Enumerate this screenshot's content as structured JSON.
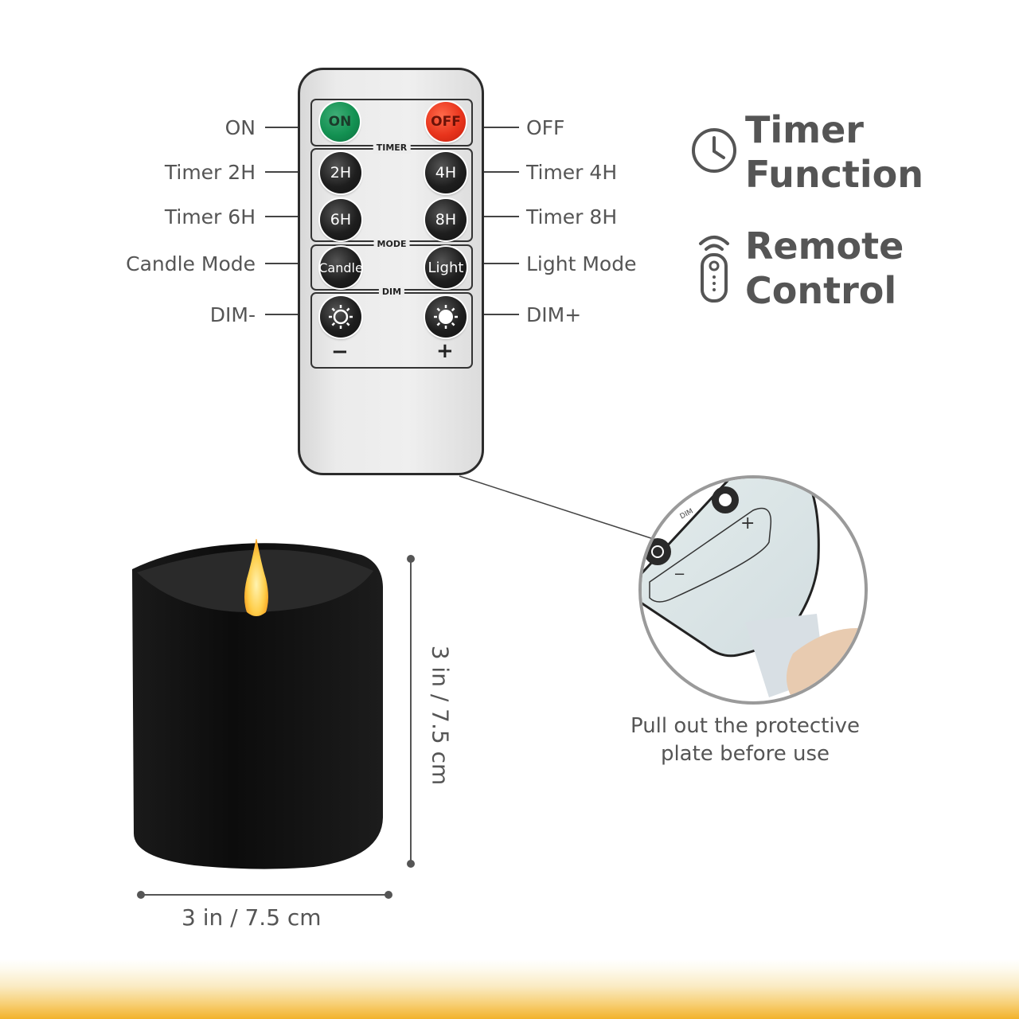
{
  "remote": {
    "groups": {
      "timer": "TIMER",
      "mode": "MODE",
      "dim": "DIM"
    },
    "buttons": {
      "on": "ON",
      "off": "OFF",
      "timer_2h": "2H",
      "timer_4h": "4H",
      "timer_6h": "6H",
      "timer_8h": "8H",
      "candle": "Candle",
      "light": "Light",
      "dim_minus_sign": "−",
      "dim_plus_sign": "+"
    },
    "colors": {
      "on": "#139152",
      "off": "#e8341c",
      "button": "#1e1e1e"
    }
  },
  "callouts": {
    "left": [
      "ON",
      "Timer 2H",
      "Timer 6H",
      "Candle Mode",
      "DIM-"
    ],
    "right": [
      "OFF",
      "Timer 4H",
      "Timer 8H",
      "Light Mode",
      "DIM+"
    ]
  },
  "features": [
    {
      "icon": "clock-icon",
      "line1": "Timer",
      "line2": "Function"
    },
    {
      "icon": "remote-icon",
      "line1": "Remote",
      "line2": "Control"
    }
  ],
  "dimensions": {
    "width": "3 in / 7.5 cm",
    "height": "3 in / 7.5 cm"
  },
  "inset": {
    "dim_label": "DIM",
    "minus": "−",
    "plus": "+",
    "caption_line1": "Pull out the protective",
    "caption_line2": "plate before use"
  },
  "accent": {
    "bottom_bar": "#f2b22a",
    "text": "#555555"
  }
}
